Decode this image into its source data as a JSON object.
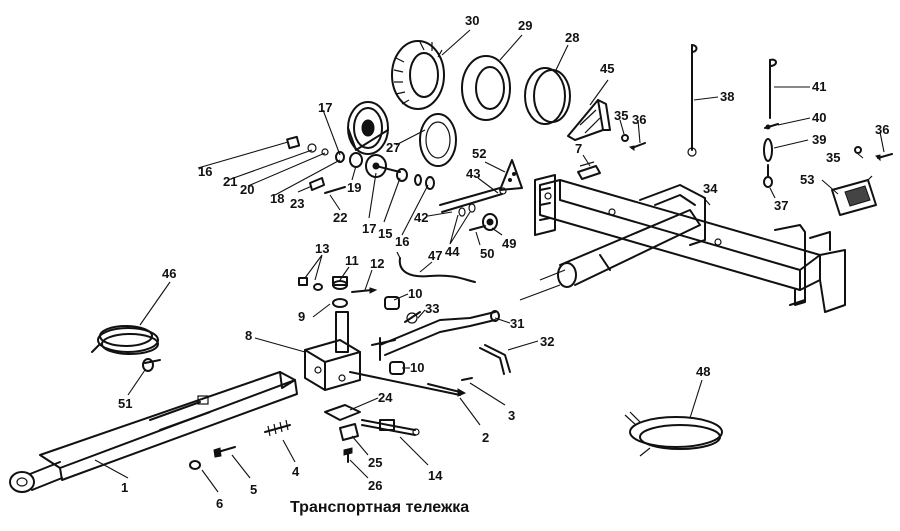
{
  "title": "Транспортная тележка",
  "labels": [
    "1",
    "2",
    "3",
    "4",
    "5",
    "6",
    "7",
    "8",
    "9",
    "10",
    "10",
    "11",
    "12",
    "13",
    "14",
    "15",
    "16",
    "16",
    "17",
    "17",
    "18",
    "19",
    "20",
    "21",
    "22",
    "23",
    "24",
    "25",
    "26",
    "27",
    "28",
    "29",
    "30",
    "31",
    "32",
    "33",
    "34",
    "35",
    "35",
    "36",
    "36",
    "37",
    "38",
    "39",
    "40",
    "41",
    "42",
    "43",
    "44",
    "45",
    "46",
    "47",
    "48",
    "49",
    "50",
    "51",
    "52",
    "53"
  ]
}
